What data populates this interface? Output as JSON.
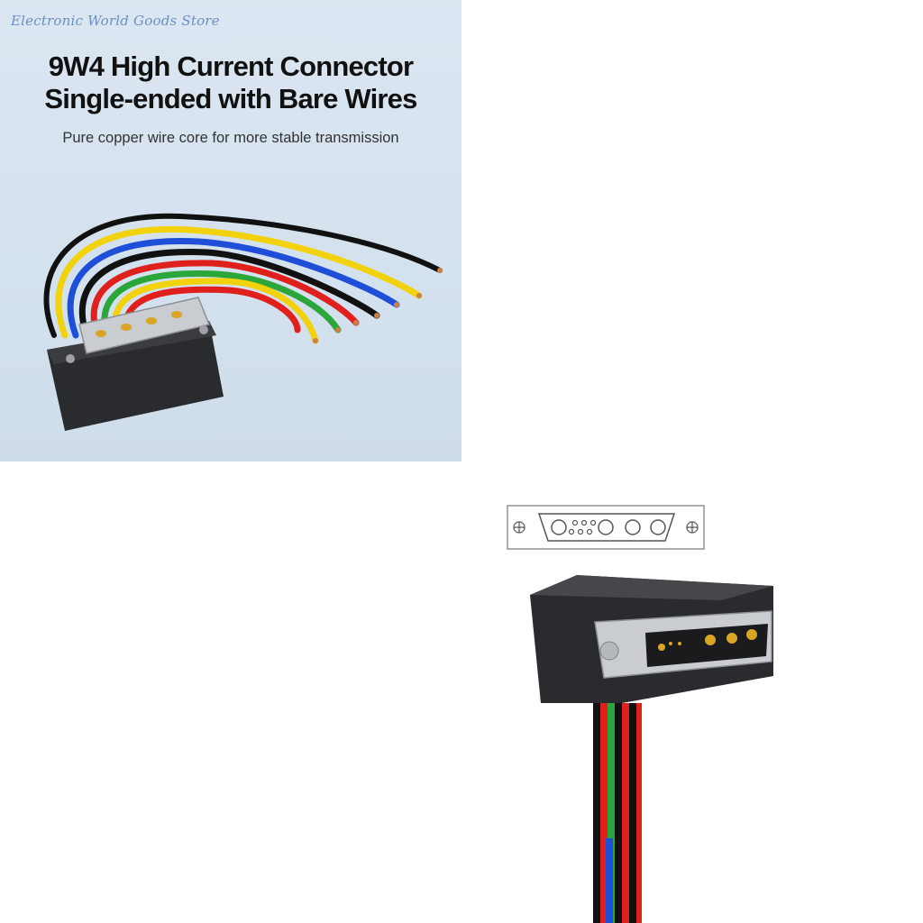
{
  "store_name": "Electronic World Goods Store",
  "headline_line1": "9W4 High Current Connector",
  "headline_line2": "Single-ended with Bare Wires",
  "subtitle": "Pure copper  wire core for more stable transmission",
  "colors": {
    "panel_bg": "#d8e4f0",
    "store_text": "#6d8fc2",
    "connector_housing": "#2a2b2e",
    "wire_red": "#e0201c",
    "wire_yellow": "#f2d20c",
    "wire_blue": "#1f4fd8",
    "wire_green": "#2aa63a",
    "wire_black": "#111111",
    "gold_pin": "#d8a525"
  }
}
